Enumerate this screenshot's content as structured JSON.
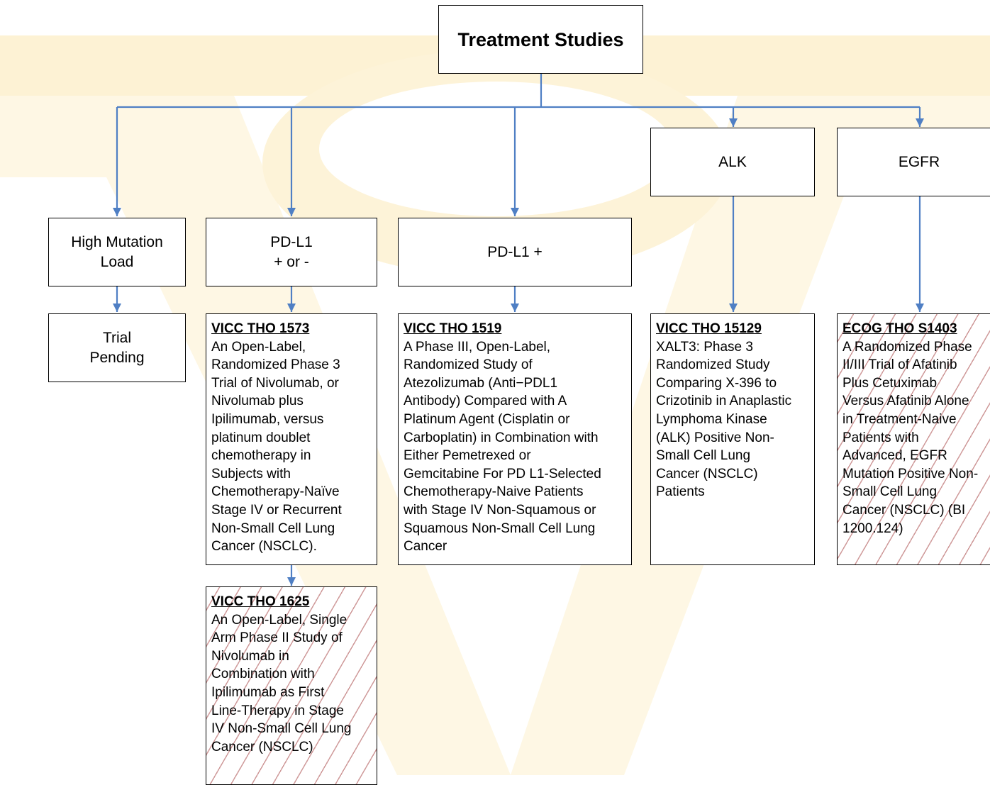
{
  "root": {
    "label": "Treatment Studies"
  },
  "categories": {
    "high_mutation": {
      "line1": "High Mutation",
      "line2": "Load"
    },
    "pdl1_any": {
      "line1": "PD-L1",
      "line2": "+ or -"
    },
    "pdl1_pos": {
      "label": "PD-L1 +"
    },
    "alk": {
      "label": "ALK"
    },
    "egfr": {
      "label": "EGFR"
    }
  },
  "studies": {
    "pending": {
      "line1": "Trial",
      "line2": "Pending"
    },
    "vicc_1573": {
      "id": "VICC THO 1573",
      "lines": [
        "An Open-Label,",
        "Randomized Phase 3",
        "Trial of Nivolumab, or",
        "Nivolumab plus",
        "Ipilimumab, versus",
        "platinum doublet",
        "chemotherapy in",
        "Subjects with",
        "Chemotherapy-Naïve",
        "Stage IV or Recurrent",
        "Non-Small Cell Lung",
        "Cancer (NSCLC)."
      ]
    },
    "vicc_1625": {
      "id": "VICC THO 1625",
      "lines": [
        "An Open-Label, Single",
        "Arm Phase II Study of",
        "Nivolumab in",
        "Combination with",
        "Ipilimumab as First",
        "Line-Therapy in Stage",
        "IV Non-Small Cell Lung",
        "Cancer (NSCLC)"
      ],
      "closed": true
    },
    "vicc_1519": {
      "id": "VICC THO 1519",
      "lines": [
        "A Phase III, Open-Label,",
        "Randomized Study of",
        "Atezolizumab (Anti−PDL1",
        "Antibody) Compared with A",
        "Platinum Agent (Cisplatin or",
        "Carboplatin) in Combination with",
        "Either Pemetrexed or",
        "Gemcitabine For PD L1-Selected",
        "Chemotherapy-Naive Patients",
        "with Stage IV Non-Squamous or",
        "Squamous Non-Small Cell Lung",
        "Cancer"
      ]
    },
    "vicc_15129": {
      "id": "VICC THO 15129",
      "lines": [
        "XALT3: Phase 3",
        "Randomized Study",
        "Comparing X-396 to",
        "Crizotinib in Anaplastic",
        "Lymphoma Kinase",
        "(ALK) Positive Non-",
        "Small Cell Lung",
        "Cancer (NSCLC)",
        "Patients"
      ]
    },
    "ecog_s1403": {
      "id": "ECOG THO S1403",
      "lines": [
        "A Randomized Phase",
        "II/III Trial of Afatinib",
        "Plus Cetuximab",
        "Versus Afatinib Alone",
        "in Treatment-Naive",
        "Patients with",
        "Advanced, EGFR",
        "Mutation Positive Non-",
        "Small Cell Lung",
        "Cancer (NSCLC) (BI",
        "1200.124)"
      ],
      "closed": true
    }
  },
  "colors": {
    "connector": "#4f7fc4",
    "watermark": "#fdf2d4",
    "hatch": "#cf9a9a"
  }
}
